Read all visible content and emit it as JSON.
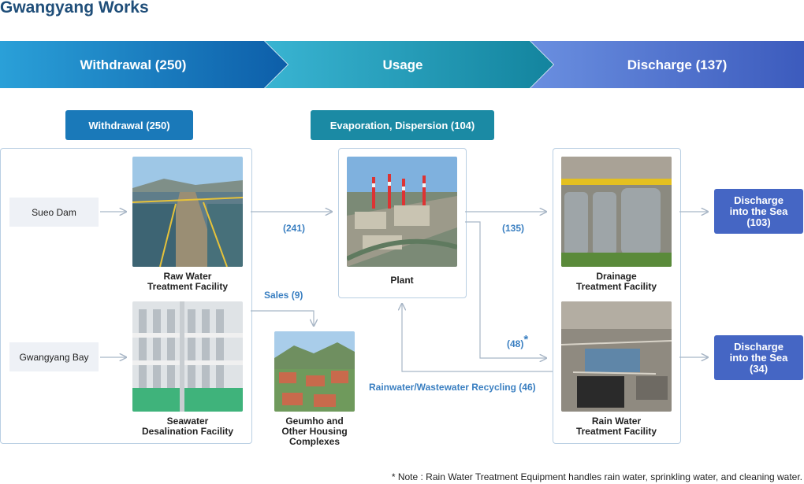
{
  "title": "Gwangyang Works",
  "phases": {
    "withdrawal": "Withdrawal (250)",
    "usage": "Usage",
    "discharge": "Discharge (137)"
  },
  "chips": {
    "withdrawal": "Withdrawal (250)",
    "evaporation": "Evaporation, Dispersion (104)"
  },
  "sources": {
    "sueo_dam": "Sueo Dam",
    "gwangyang_bay": "Gwangyang Bay"
  },
  "facilities": {
    "raw_water": [
      "Raw Water",
      "Treatment Facility"
    ],
    "seawater": [
      "Seawater",
      "Desalination Facility"
    ],
    "plant": "Plant",
    "housing": [
      "Geumho and",
      "Other Housing",
      "Complexes"
    ],
    "drainage": [
      "Drainage",
      "Treatment Facility"
    ],
    "rain_water": [
      "Rain Water",
      "Treatment Facility"
    ]
  },
  "flows": {
    "to_plant": "(241)",
    "sales": "Sales (9)",
    "to_drainage": "(135)",
    "to_rain": "(48)",
    "to_rain_mark": "*",
    "recycling": "Rainwater/Wastewater Recycling (46)"
  },
  "discharges": {
    "sea_1": [
      "Discharge",
      "into the Sea",
      "(103)"
    ],
    "sea_2": [
      "Discharge",
      "into the Sea",
      "(34)"
    ]
  },
  "note": "* Note : Rain Water Treatment Equipment handles rain water, sprinkling water, and cleaning water."
}
